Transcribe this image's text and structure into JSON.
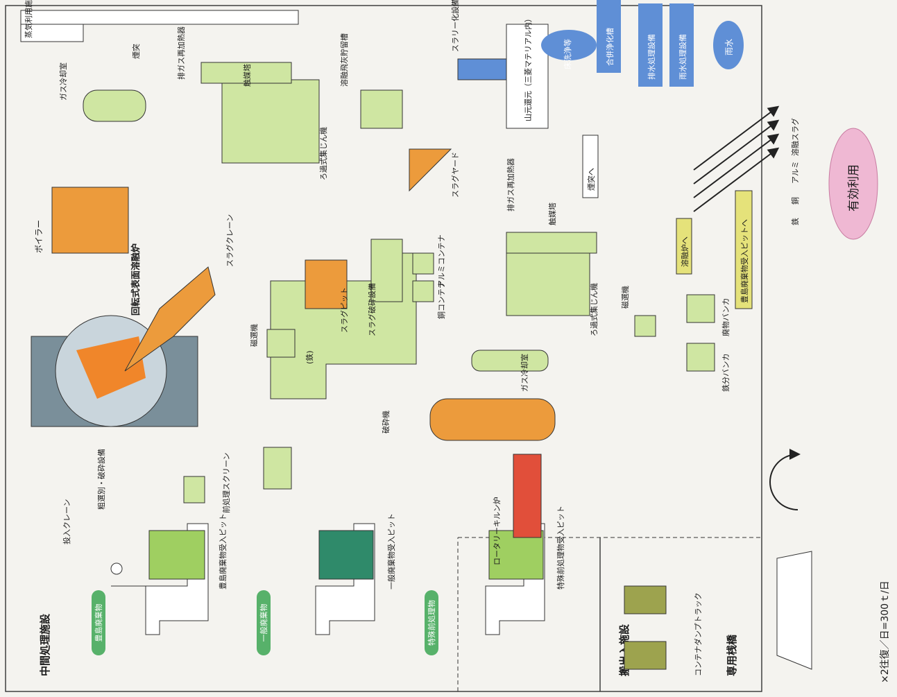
{
  "frame": {
    "section_intermediate": "中間処理施設",
    "section_transport": "搬出入施設",
    "section_pier": "専用桟橋",
    "effective_use": "有効利用",
    "trip_note": "×2往復／日=300ｔ/日"
  },
  "intake": {
    "toyoshima_badge": "豊島廃棄物",
    "general_badge": "一般廃棄物",
    "special_badge": "特殊前処理物",
    "input_crane": "投入クレーン",
    "toyoshima_pit": "豊島廃棄物受入ピット",
    "general_pit": "一般廃棄物受入ピット",
    "special_pit": "特殊前処理物受入ピット",
    "sorting": "粗選別・破砕設備",
    "pre_screen": "前処理スクリーン",
    "crusher": "破砕機",
    "magnet1": "磁選機",
    "iron_note": "(鉄)"
  },
  "melting": {
    "furnace": "回転式表面溶融炉",
    "boiler": "ボイラー",
    "slag_pit": "スラグピット",
    "slag_crane": "スラグクレーン",
    "slag_crush": "スラグ破砕設備",
    "slag_yard": "スラグヤード",
    "alumi_container": "アルミコンテナ",
    "copper_container": "銅コンテナ",
    "bag_filter1": "ろ過式集じん機",
    "gas_cool1": "ガス冷却室",
    "exhaust_reheat1": "排ガス再加熱器",
    "catalyst1": "触媒塔",
    "chimney": "煙突",
    "steam": "蒸気利用施設へ",
    "fly_ash": "溶融飛灰貯留槽",
    "slurry": "スラリー化設備",
    "mountain_return": "山元還元（三菱マテリアル内）"
  },
  "water": {
    "floor_wash": "床洗浄等",
    "septic": "合併浄化槽",
    "drain_treat": "排水処理設備",
    "rain_treat": "雨水処理設備",
    "rain": "雨水"
  },
  "kiln": {
    "rotary_kiln": "ロータリーキルン炉",
    "gas_cool2": "ガス冷却室",
    "bag_filter2": "ろ過式集じん機",
    "exhaust_reheat2": "排ガス再加熱器",
    "catalyst2": "触媒塔",
    "to_chimney": "煙突へ",
    "to_melting": "溶融炉へ",
    "magnet2": "磁選機",
    "waste_bunker": "廃物バンカ",
    "iron_bunker": "鉄分バンカ",
    "to_toyoshima_pit": "豊島廃棄物受入ピットへ",
    "container_truck": "コンテナダンプトラック"
  },
  "outputs": {
    "items": [
      "鉄",
      "銅",
      "アルミ",
      "溶融スラグ"
    ]
  },
  "colors": {
    "equipment_green": "#cfe6a2",
    "furnace_orange": "#ec9b3c",
    "water_blue": "#5f8fd6",
    "gas_pink": "#e79ab2",
    "flow_green": "#57b16a",
    "effective_pink": "#efb8d3"
  }
}
